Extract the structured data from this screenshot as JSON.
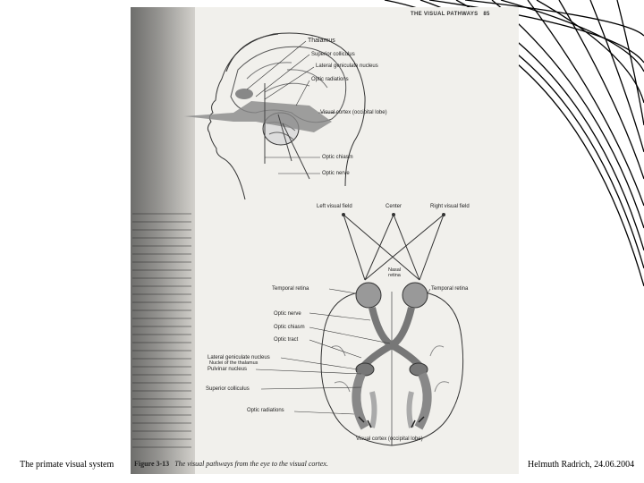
{
  "page_header": "THE VISUAL PATHWAYS",
  "page_number": "85",
  "figure": {
    "top_labels": [
      "Thalamus",
      "Superior colliculus",
      "Lateral geniculate nucleus",
      "Optic radiations",
      "Visual cortex (occipital lobe)",
      "Optic chiasm",
      "Optic nerve"
    ],
    "field_left": "Left visual field",
    "field_center": "Center",
    "field_right": "Right visual field",
    "nasal_retina": "Nasal retina",
    "temporal_retina": "Temporal retina",
    "optic_nerve": "Optic nerve",
    "optic_chiasm": "Optic chiasm",
    "optic_tract": "Optic tract",
    "nuclei": "Nuclei of the thalamus",
    "lgn": "Lateral geniculate nucleus",
    "pulvinar": "Pulvinar nucleus",
    "superior_colliculus": "Superior colliculus",
    "optic_radiations": "Optic radiations",
    "visual_cortex": "Visual cortex (occipital lobe)",
    "caption_number": "Figure 3-13",
    "caption_text": "The visual pathways from the eye to the visual cortex."
  },
  "footer_left": "The  primate visual system",
  "footer_right": "Helmuth Radrich, 24.06.2004"
}
